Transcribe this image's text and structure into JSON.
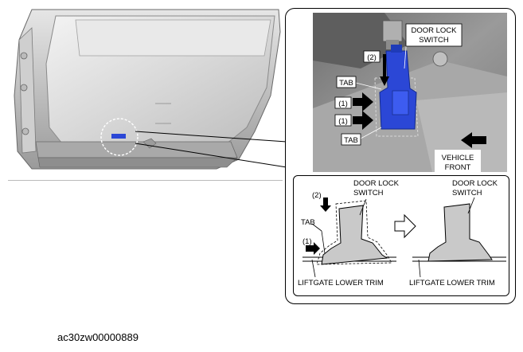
{
  "figure": {
    "reference_code": "ac30zw00000889",
    "colors": {
      "switch_blue": "#2b47d6",
      "switch_dark": "#1a2f8e",
      "trim_gray": "#c9c9c9",
      "frame_black": "#000000",
      "photo_gray": "#8a8a8a"
    },
    "photo_callout": {
      "switch_label_line1": "DOOR LOCK",
      "switch_label_line2": "SWITCH",
      "tab_upper": "TAB",
      "tab_lower": "TAB",
      "step_push_down": "(2)",
      "step_press_upper": "(1)",
      "step_press_lower": "(1)",
      "direction_line1": "VEHICLE",
      "direction_line2": "FRONT"
    },
    "schematic": {
      "before": {
        "switch_label_line1": "DOOR LOCK",
        "switch_label_line2": "SWITCH",
        "tab_label": "TAB",
        "step_push_down": "(2)",
        "step_press": "(1)",
        "trim_label": "LIFTGATE LOWER TRIM"
      },
      "after": {
        "switch_label_line1": "DOOR LOCK",
        "switch_label_line2": "SWITCH",
        "trim_label": "LIFTGATE LOWER TRIM"
      },
      "transition_arrow": "right-outline-arrow-icon"
    }
  }
}
